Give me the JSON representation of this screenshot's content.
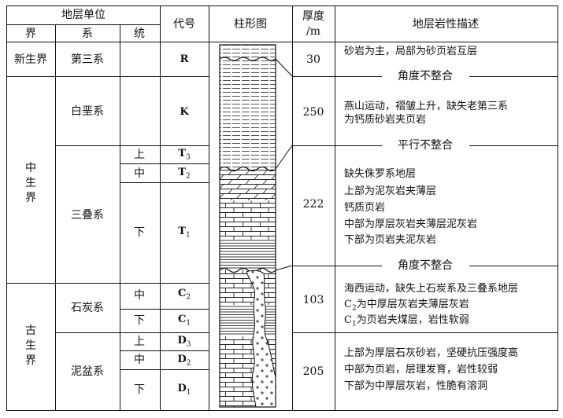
{
  "header": {
    "unit": "地层单位",
    "jie": "界",
    "xi": "系",
    "tong": "统",
    "code": "代号",
    "column": "柱形图",
    "thickness_line1": "厚度",
    "thickness_line2": "/m",
    "description": "地层岩性描述"
  },
  "erathems": {
    "cenozoic": "新生界",
    "mesozoic": [
      "中",
      "生",
      "界"
    ],
    "paleozoic": [
      "古",
      "生",
      "界"
    ]
  },
  "systems": {
    "tertiary": "第三系",
    "cretaceous": "白垩系",
    "triassic": "三叠系",
    "carboniferous": "石炭系",
    "devonian": "泥盆系"
  },
  "series": {
    "t3": "上",
    "t2": "中",
    "t1": "下",
    "c2": "中",
    "c1": "下",
    "d3": "上",
    "d2": "中",
    "d1": "下"
  },
  "codes": {
    "r": {
      "base": "R",
      "sub": ""
    },
    "k": {
      "base": "K",
      "sub": ""
    },
    "t3": {
      "base": "T",
      "sub": "3"
    },
    "t2": {
      "base": "T",
      "sub": "2"
    },
    "t1": {
      "base": "T",
      "sub": "1"
    },
    "c2": {
      "base": "C",
      "sub": "2"
    },
    "c1": {
      "base": "C",
      "sub": "1"
    },
    "d3": {
      "base": "D",
      "sub": "3"
    },
    "d2": {
      "base": "D",
      "sub": "2"
    },
    "d1": {
      "base": "D",
      "sub": "1"
    }
  },
  "thickness": {
    "r": "30",
    "k": "250",
    "t": "222",
    "c": "103",
    "d": "205"
  },
  "contacts": {
    "c1": "角度不整合",
    "c2": "平行不整合",
    "c3": "角度不整合"
  },
  "descriptions": {
    "r": [
      "砂岩为主，局部为砂页岩互层"
    ],
    "k": [
      "燕山运动，褶皱上升，缺失老第三系",
      "为钙质砂岩夹页岩"
    ],
    "t": [
      "缺失侏罗系地层",
      "上部为泥灰岩夹薄层",
      "钙质页岩",
      "中部为厚层灰岩夹薄层泥灰岩",
      "下部为页岩夹泥灰岩"
    ],
    "c": [
      {
        "pre": "海西运动，缺失上石炭系及三叠系地层",
        "sub": "",
        "post": ""
      },
      {
        "pre": "C",
        "sub": "2",
        "post": "为中厚层灰岩夹薄层灰岩"
      },
      {
        "pre": "C",
        "sub": "1",
        "post": "为页岩夹煤层，岩性软弱"
      }
    ],
    "d": [
      "上部为厚层石灰砂岩，坚硬抗压强度高",
      "中部为页岩，层理发育，岩性较弱",
      "下部为中厚层灰岩，性脆有溶洞"
    ]
  }
}
